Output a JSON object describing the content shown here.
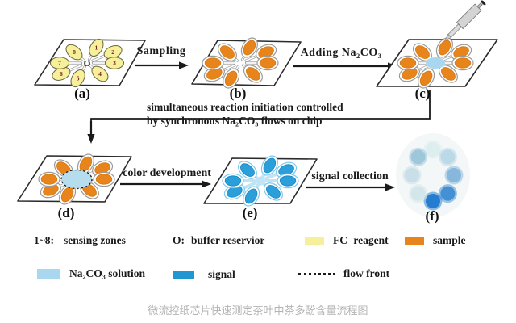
{
  "caption": "微流控纸芯片快速测定茶叶中茶多酚含量流程图",
  "annotation": {
    "line1": "simultaneous reaction initiation controlled",
    "line2": "by synchronous Na₂CO₃ flows on chip"
  },
  "arrows": [
    {
      "label": "Sampling"
    },
    {
      "label": "Adding Na₂CO₃"
    },
    {
      "label": "color development"
    },
    {
      "label": "signal collection"
    }
  ],
  "chips": [
    {
      "id": "a",
      "label": "(a)",
      "style": "numbered",
      "petal_color": "#f5f099",
      "numbers": [
        "1",
        "2",
        "3",
        "4",
        "5",
        "6",
        "7",
        "8"
      ],
      "center_text": "O"
    },
    {
      "id": "b",
      "label": "(b)",
      "style": "sample",
      "petal_color": "#e8841c"
    },
    {
      "id": "c",
      "label": "(c)",
      "style": "adding",
      "petal_color": "#e8841c",
      "center_color": "#a8d7ef"
    },
    {
      "id": "d",
      "label": "(d)",
      "style": "flowfront",
      "petal_color": "#e8841c",
      "center_color": "#b5ddee"
    },
    {
      "id": "e",
      "label": "(e)",
      "style": "signal",
      "petal_color": "#2b9fda",
      "center_color": "#bfe4f6"
    },
    {
      "id": "f",
      "label": "(f)",
      "style": "spots",
      "spot_colors": [
        "#dcedee",
        "#b9d8e6",
        "#84b5da",
        "#3f8dd3",
        "#2079cd",
        "#d2e6ea",
        "#c6dee7",
        "#9cc5d9"
      ]
    }
  ],
  "legend": {
    "items": [
      {
        "type": "text",
        "prefix": "1~8:",
        "label": "sensing zones"
      },
      {
        "type": "text",
        "prefix": "O:",
        "label": "buffer reservior"
      },
      {
        "type": "swatch",
        "color": "#f5f099",
        "label": "FC reagent"
      },
      {
        "type": "swatch",
        "color": "#e8841c",
        "label": "sample"
      },
      {
        "type": "swatch",
        "color": "#a8d7ef",
        "label": "Na₂CO₃ solution"
      },
      {
        "type": "swatch",
        "color": "#2196d0",
        "label": "signal"
      },
      {
        "type": "dotted",
        "label": "flow front"
      }
    ]
  },
  "colors": {
    "arrow": "#1a1a1a",
    "caption_gray": "#b4b4b4",
    "number_red": "#7b2020",
    "fc_reagent_yellow": "#f5f099",
    "sample_orange": "#e8841c",
    "na2co3_blue": "#a8d7ef",
    "signal_blue": "#2196d0"
  }
}
